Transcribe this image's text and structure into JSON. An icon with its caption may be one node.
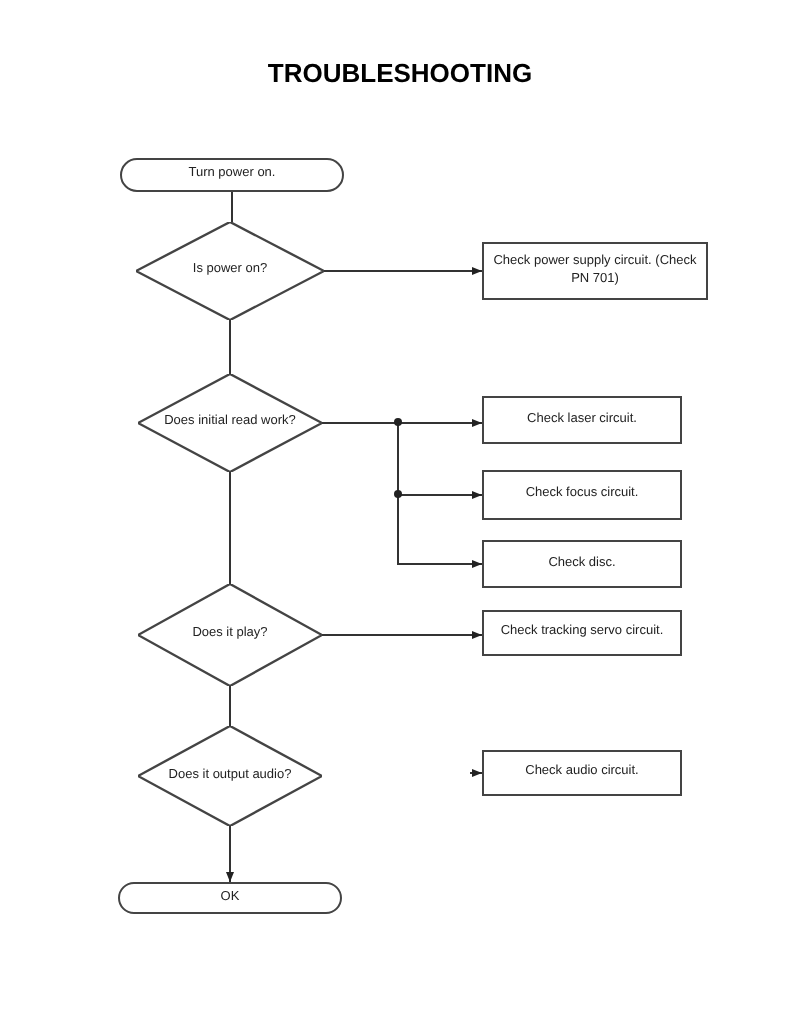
{
  "diagram": {
    "title": "TROUBLESHOOTING",
    "nodes": [
      {
        "text": [
          "Turn power on."
        ]
      },
      {
        "text": [
          "Is power on?"
        ]
      },
      {
        "text": [
          "Check power supply circuit. (Check PN 701)"
        ]
      },
      {
        "text": [
          "Does initial read work?"
        ]
      },
      {
        "text": [
          "Check laser circuit."
        ]
      },
      {
        "text": [
          "Check focus circuit."
        ]
      },
      {
        "text": [
          "Check disc."
        ]
      },
      {
        "text": [
          "Does it play?"
        ]
      },
      {
        "text": [
          "Check tracking servo circuit."
        ]
      },
      {
        "text": [
          "Does it output audio?"
        ]
      },
      {
        "text": [
          "Check audio circuit."
        ]
      },
      {
        "text": [
          "OK"
        ]
      }
    ],
    "edges": [
      {
        "from": 0,
        "to": 1,
        "arrow": "none"
      },
      {
        "from": 1,
        "to": 2,
        "arrow": "to"
      },
      {
        "from": 1,
        "to": 3,
        "arrow": "none"
      },
      {
        "from": 3,
        "to": 4,
        "arrow": "to"
      },
      {
        "from": 3,
        "to": 5,
        "arrow": "to"
      },
      {
        "from": 3,
        "to": 6,
        "arrow": "to"
      },
      {
        "from": 3,
        "to": 7,
        "arrow": "none"
      },
      {
        "from": 7,
        "to": 8,
        "arrow": "to"
      },
      {
        "from": 7,
        "to": 9,
        "arrow": "none"
      },
      {
        "from": null,
        "to": 10,
        "arrow": "to"
      },
      {
        "from": 9,
        "to": 11,
        "arrow": "to"
      }
    ]
  }
}
